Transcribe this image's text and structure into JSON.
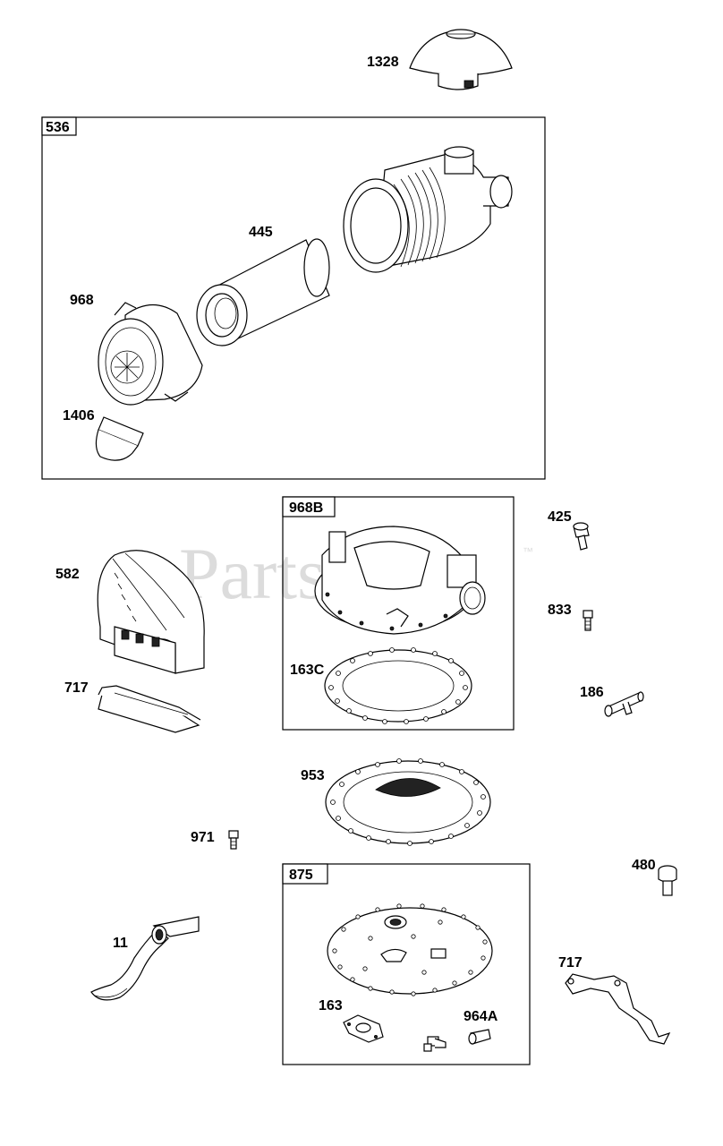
{
  "watermark": {
    "text": "PartsTree",
    "trademark": "™"
  },
  "boxes": [
    {
      "id": "536",
      "label": "536"
    },
    {
      "id": "968B",
      "label": "968B"
    },
    {
      "id": "875",
      "label": "875"
    }
  ],
  "parts": {
    "p1328": "1328",
    "p445": "445",
    "p968": "968",
    "p1406": "1406",
    "p582": "582",
    "p717a": "717",
    "p163C": "163C",
    "p425": "425",
    "p833": "833",
    "p186": "186",
    "p953": "953",
    "p971": "971",
    "p480": "480",
    "p11": "11",
    "p717b": "717",
    "p163": "163",
    "p964A": "964A"
  }
}
